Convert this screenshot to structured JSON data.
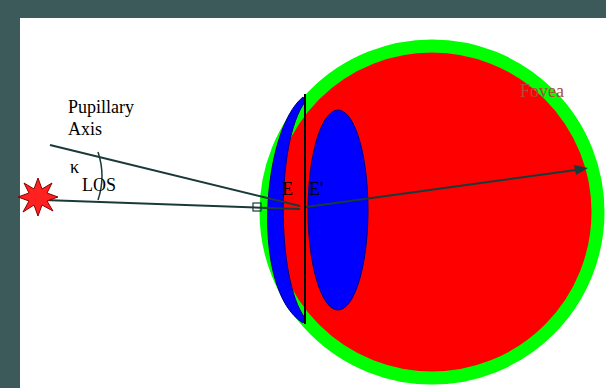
{
  "diagram": {
    "labels": [
      "Pupillary Axis",
      "κ",
      "LOS",
      "Fovea",
      "E",
      "E'"
    ]
  }
}
